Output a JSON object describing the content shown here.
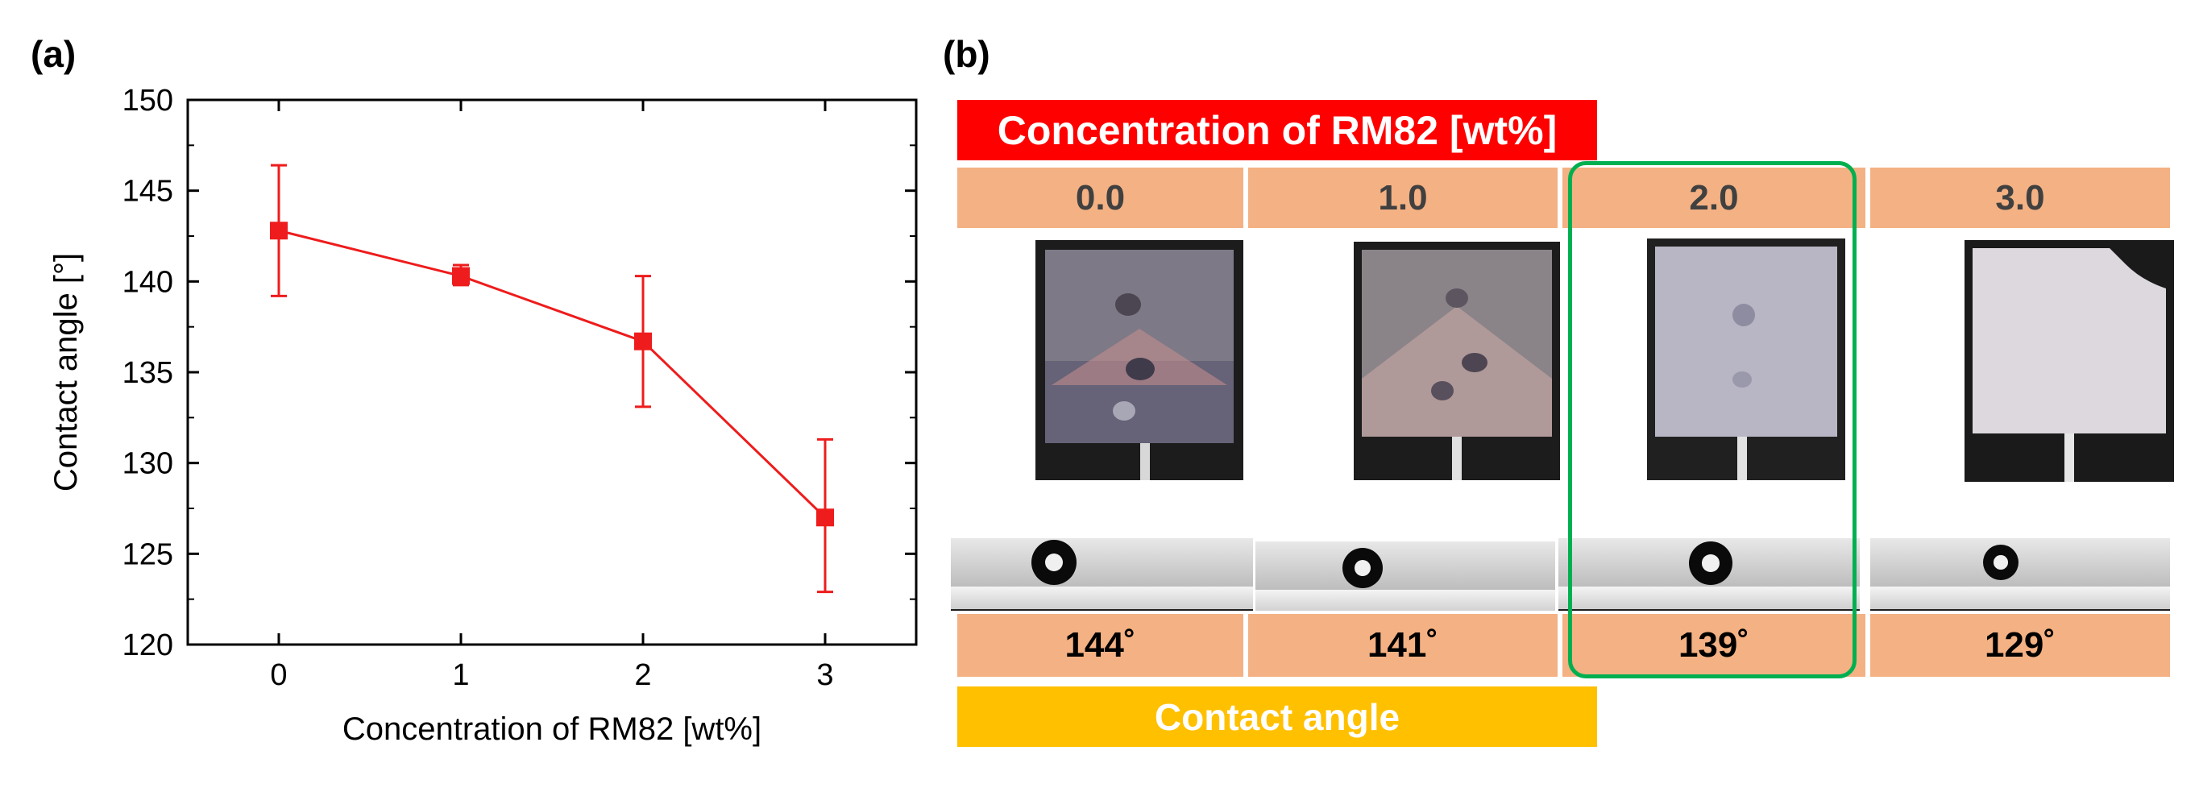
{
  "panel_a_label": "(a)",
  "panel_b_label": "(b)",
  "chart_data": {
    "type": "line",
    "xlabel": "Concentration of RM82 [wt%]",
    "ylabel": "Contact angle [°]",
    "x": [
      0,
      1,
      2,
      3
    ],
    "y": [
      142.8,
      140.3,
      136.7,
      127.0
    ],
    "yerr_low": [
      139.2,
      139.8,
      133.1,
      122.9
    ],
    "yerr_high": [
      146.4,
      140.9,
      140.3,
      131.3
    ],
    "xticks": [
      0,
      1,
      2,
      3
    ],
    "yticks": [
      120,
      125,
      130,
      135,
      140,
      145,
      150
    ],
    "xlim": [
      -0.5,
      3.5
    ],
    "ylim": [
      120,
      150
    ],
    "grid": false,
    "color": "#ee1c1c",
    "marker": "square"
  },
  "panel_b": {
    "header": "Concentration of RM82 [wt%]",
    "concentrations": [
      "0.0",
      "1.0",
      "2.0",
      "3.0"
    ],
    "contact_angles": [
      "144˚",
      "141˚",
      "139˚",
      "129˚"
    ],
    "footer": "Contact angle",
    "colors": {
      "header": "#ff0000",
      "cells": "#f4b183",
      "footer": "#ffc000",
      "highlight": "#00b050"
    }
  }
}
